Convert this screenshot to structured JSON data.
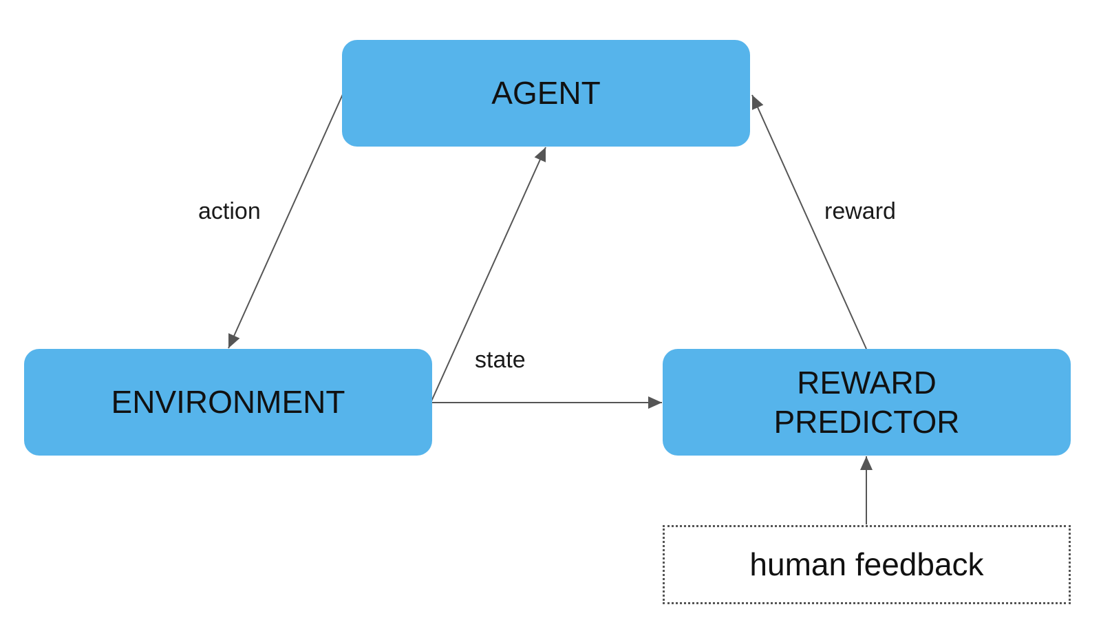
{
  "colors": {
    "box_fill": "#56b4eb",
    "arrow": "#555555"
  },
  "nodes": {
    "agent": "AGENT",
    "environment": "ENVIRONMENT",
    "reward_predictor": "REWARD\nPREDICTOR",
    "human_feedback": "human feedback"
  },
  "edges": {
    "action": "action",
    "state": "state",
    "reward": "reward"
  }
}
